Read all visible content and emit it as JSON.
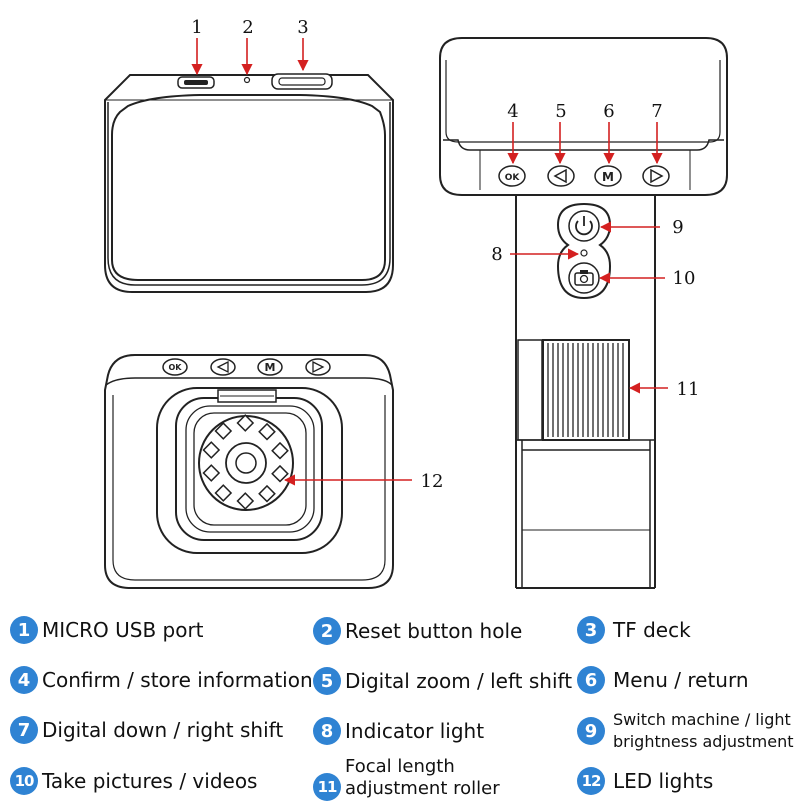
{
  "callouts": [
    "1",
    "2",
    "3",
    "4",
    "5",
    "6",
    "7",
    "8",
    "9",
    "10",
    "11",
    "12"
  ],
  "button_glyphs": {
    "ok": "OK",
    "menu": "M"
  },
  "colors": {
    "badge": "#2f83d3",
    "callout_line": "#d42020",
    "outline": "#222222"
  },
  "legend": [
    {
      "num": "1",
      "text": "MICRO USB port"
    },
    {
      "num": "2",
      "text": "Reset button hole"
    },
    {
      "num": "3",
      "text": "TF deck"
    },
    {
      "num": "4",
      "text": "Confirm / store information"
    },
    {
      "num": "5",
      "text": "Digital zoom / left shift"
    },
    {
      "num": "6",
      "text": "Menu / return"
    },
    {
      "num": "7",
      "text": "Digital down / right shift"
    },
    {
      "num": "8",
      "text": "Indicator light"
    },
    {
      "num": "9",
      "line1": "Switch machine / light",
      "line2": "brightness adjustment"
    },
    {
      "num": "10",
      "text": "Take pictures / videos"
    },
    {
      "num": "11",
      "line1": "Focal length",
      "line2": "adjustment roller"
    },
    {
      "num": "12",
      "text": "LED lights"
    }
  ]
}
